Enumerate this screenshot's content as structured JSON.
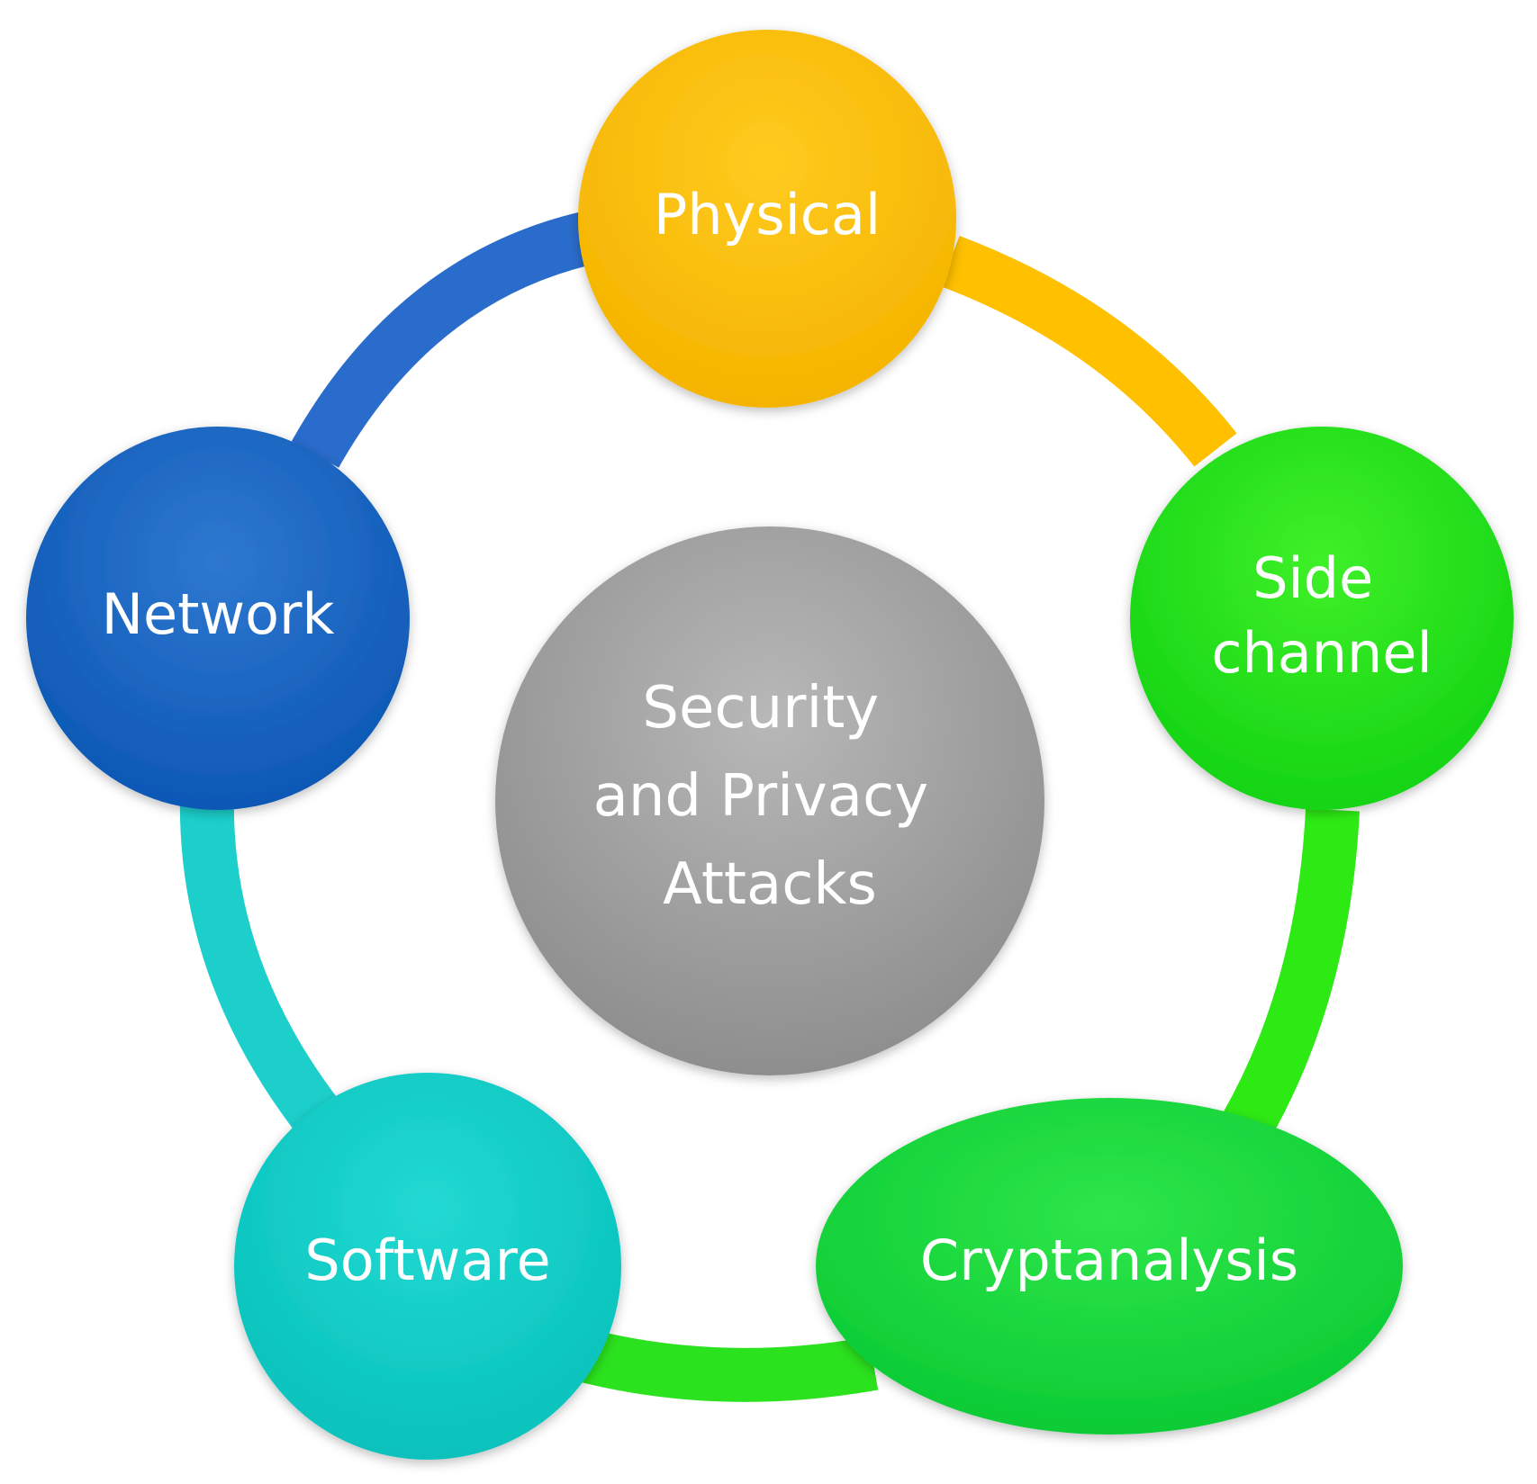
{
  "center": {
    "lines": [
      "Security",
      "and Privacy",
      "Attacks"
    ]
  },
  "nodes": [
    {
      "id": "physical",
      "lines": [
        "Physical"
      ],
      "color": "#FFC000"
    },
    {
      "id": "side-channel",
      "lines": [
        "Side",
        "channel"
      ],
      "color": "#22E022"
    },
    {
      "id": "cryptanalysis",
      "lines": [
        "Cryptanalysis"
      ],
      "color": "#11DD44"
    },
    {
      "id": "software",
      "lines": [
        "Software"
      ],
      "color": "#0ECFC8"
    },
    {
      "id": "network",
      "lines": [
        "Network"
      ],
      "color": "#1565C0"
    }
  ],
  "colors": {
    "center": "#9E9E9E",
    "ring_physical_side": "#FFC000",
    "ring_side_crypto": "#22E81A",
    "ring_crypto_software": "#22E020",
    "ring_software_network": "#19CFCB",
    "ring_network_physical": "#1C66C8"
  }
}
